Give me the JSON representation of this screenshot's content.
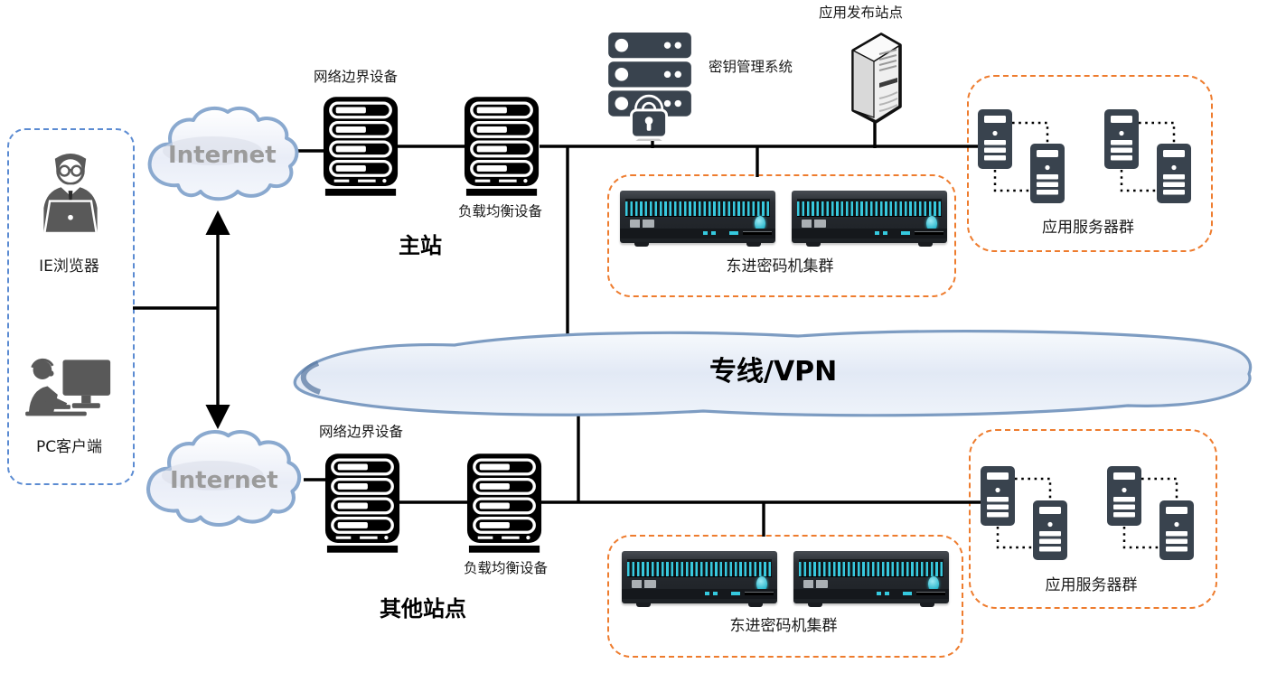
{
  "palette": {
    "orange_dashed": "#EE7C2E",
    "blue_dashed": "#5B8BD2",
    "line_black": "#000000",
    "cloud_stroke": "#8AA9CF",
    "dark_server": "#39434E",
    "cipher_cyan": "#35C9DE",
    "internet_text_gray": "#9B9B9B"
  },
  "client_zone": {
    "items": [
      {
        "label": "IE浏览器",
        "icon": "person-laptop-icon"
      },
      {
        "label": "PC客户端",
        "icon": "person-monitor-icon"
      }
    ]
  },
  "main_site": {
    "site_label": "主站",
    "internet_cloud": "Internet",
    "border_device": "网络边界设备",
    "load_balancer": "负载均衡设备",
    "key_management": "密钥管理系统",
    "app_publish_site": "应用发布站点",
    "cipher_cluster": "东进密码机集群",
    "app_server_group": "应用服务器群"
  },
  "vpn_cloud": {
    "label": "专线/VPN"
  },
  "other_site": {
    "site_label": "其他站点",
    "internet_cloud": "Internet",
    "border_device": "网络边界设备",
    "load_balancer": "负载均衡设备",
    "cipher_cluster": "东进密码机集群",
    "app_server_group": "应用服务器群"
  }
}
